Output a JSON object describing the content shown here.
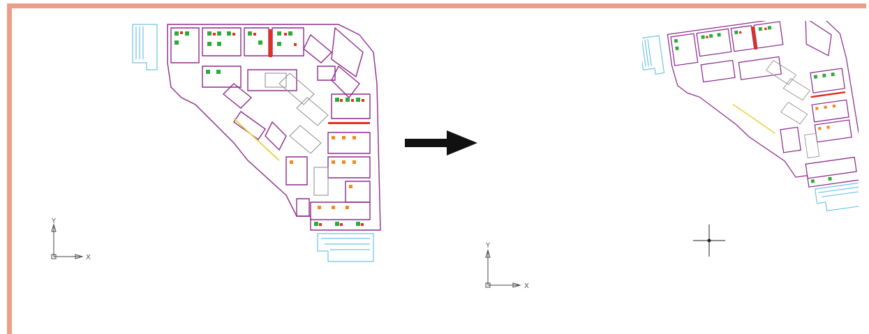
{
  "colors": {
    "frame": "#ec9f87",
    "wall": "#8d2a8c",
    "furniture_green": "#2faa3a",
    "furniture_red": "#e0301e",
    "furniture_orange": "#f28a1e",
    "stair_cyan": "#6cc3e5",
    "grey_lines": "#8a8a8a",
    "yellow": "#e8d44d",
    "arrow": "#111111"
  },
  "left_ucs": {
    "x_label": "X",
    "y_label": "Y"
  },
  "right_ucs": {
    "x_label": "X",
    "y_label": "Y"
  },
  "icons": [
    "right-arrow-icon",
    "crosshair-cursor-icon",
    "ucs-axis-icon"
  ]
}
